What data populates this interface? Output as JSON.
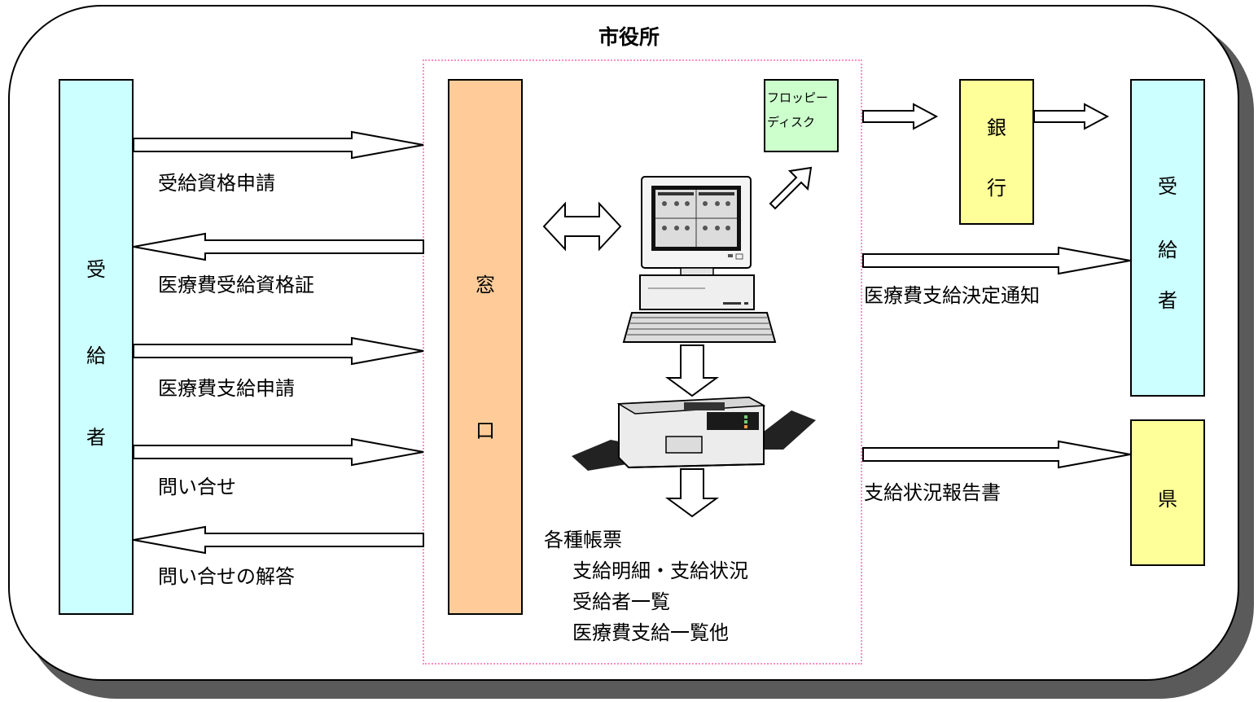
{
  "title": "市役所",
  "boxes": {
    "applicant_left": [
      "受",
      "給",
      "者"
    ],
    "window": [
      "窓",
      "口"
    ],
    "floppy": [
      "フロッピー",
      "ディスク"
    ],
    "bank": [
      "銀",
      "行"
    ],
    "applicant_right": [
      "受",
      "給",
      "者"
    ],
    "prefecture": "県"
  },
  "flows": {
    "qualification_application": "受給資格申請",
    "medical_certificate": "医療費受給資格証",
    "payment_application": "医療費支給申請",
    "inquiry": "問い合せ",
    "inquiry_answer": "問い合せの解答",
    "payment_decision_notice": "医療費支給決定通知",
    "payment_status_report": "支給状況報告書"
  },
  "forms": {
    "heading": "各種帳票",
    "items": [
      "支給明細・支給状況",
      "受給者一覧",
      "医療費支給一覧他"
    ]
  },
  "colors": {
    "applicant": "#ccffff",
    "window": "#ffcc99",
    "floppy": "#ccffcc",
    "bank": "#ffff99",
    "prefecture": "#ffff99",
    "zone_border": "#ff8fbf"
  },
  "icons": [
    "computer-icon",
    "printer-icon"
  ]
}
